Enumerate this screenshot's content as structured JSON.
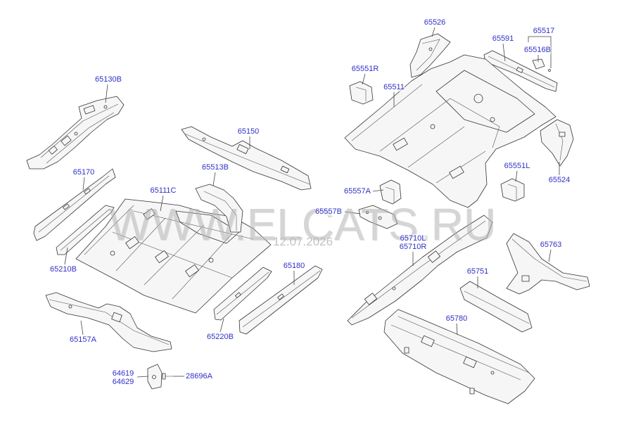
{
  "watermark": {
    "site": "WWW.ELCATS.RU",
    "date": "12.07.2026"
  },
  "colors": {
    "label": "#3030c8",
    "line": "#444444",
    "watermark": "#b4b4b4",
    "background": "#ffffff"
  },
  "labels": [
    "65130B",
    "65170",
    "65210B",
    "65111C",
    "65150",
    "65513B",
    "65157A",
    "64619",
    "64629",
    "28696A",
    "65220B",
    "65180",
    "65526",
    "65591",
    "65517",
    "65516B",
    "65551R",
    "65511",
    "65551L",
    "65524",
    "65557A",
    "65557B",
    "65710L",
    "65710R",
    "65763",
    "65751",
    "65780"
  ]
}
